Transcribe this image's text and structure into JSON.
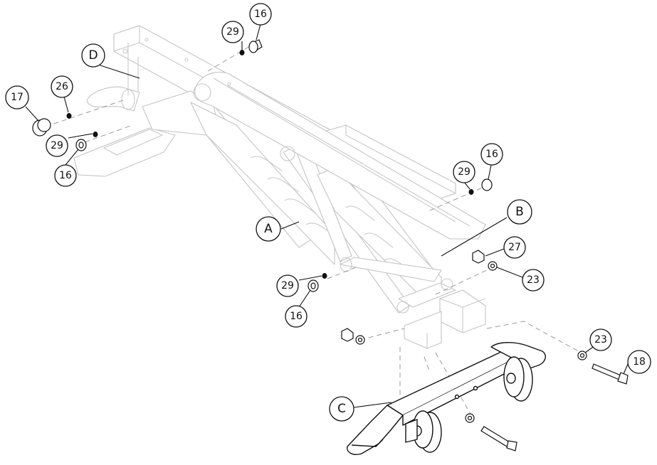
{
  "assembly_labels": {
    "A": "A",
    "B": "B",
    "C": "C",
    "D": "D"
  },
  "part_callouts": [
    {
      "id": "c-16-top",
      "text": "16"
    },
    {
      "id": "c-29-top",
      "text": "29"
    },
    {
      "id": "c-17",
      "text": "17"
    },
    {
      "id": "c-26",
      "text": "26"
    },
    {
      "id": "c-29-left",
      "text": "29"
    },
    {
      "id": "c-16-left",
      "text": "16"
    },
    {
      "id": "c-16-right",
      "text": "16"
    },
    {
      "id": "c-29-right",
      "text": "29"
    },
    {
      "id": "c-27",
      "text": "27"
    },
    {
      "id": "c-23-mid",
      "text": "23"
    },
    {
      "id": "c-29-mid",
      "text": "29"
    },
    {
      "id": "c-16-mid",
      "text": "16"
    },
    {
      "id": "c-23-right",
      "text": "23"
    },
    {
      "id": "c-18",
      "text": "18"
    }
  ]
}
